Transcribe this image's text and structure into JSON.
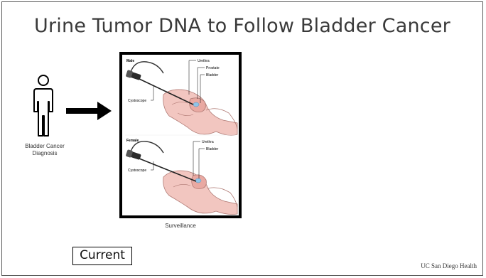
{
  "slide": {
    "title": "Urine Tumor DNA to Follow Bladder Cancer",
    "diagnosis_label": "Bladder Cancer Diagnosis",
    "surveillance_caption": "Surveillance",
    "current_label": "Current",
    "logo_text": "UC San Diego Health"
  },
  "figure": {
    "male": {
      "title": "Male",
      "cystoscope": "Cystoscope",
      "urethra": "Urethra",
      "prostate": "Prostate",
      "bladder": "Bladder"
    },
    "female": {
      "title": "Female",
      "cystoscope": "Cystoscope",
      "urethra": "Urethra",
      "bladder": "Bladder"
    }
  },
  "icons": {
    "person": "person-outline-icon",
    "arrow": "right-arrow-icon"
  }
}
